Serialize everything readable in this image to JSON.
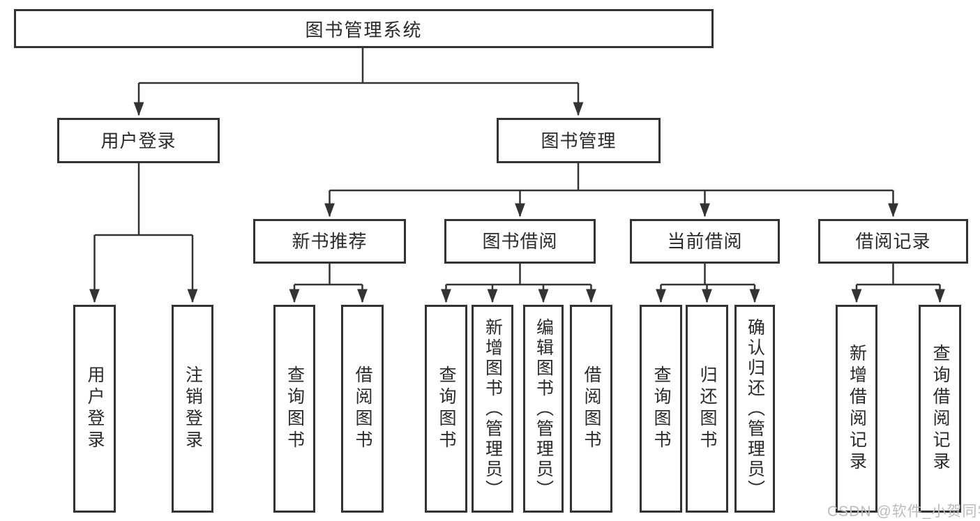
{
  "diagram": {
    "title": "图书管理系统",
    "watermark": "CSDN @软件_小贺同学",
    "colors": {
      "line": "#333333",
      "box_border": "#333333",
      "box_background": "#ffffff",
      "text": "#2a2a2a",
      "watermark_text": "#bcbcbc"
    },
    "nodes": {
      "root": "图书管理系统",
      "user_login_branch": "用户登录",
      "book_management": "图书管理",
      "leaf_user_login": "用户登录",
      "leaf_logout": "注销登录",
      "new_book_recommend": "新书推荐",
      "book_borrowing": "图书借阅",
      "current_borrowing": "当前借阅",
      "borrowing_records": "借阅记录",
      "nb_query_books": "查询图书",
      "nb_borrow_books": "借阅图书",
      "bb_query_books": "查询图书",
      "bb_add_books_admin": "新增图书（管理员）",
      "bb_edit_books_admin": "编辑图书（管理员）",
      "bb_borrow_books": "借阅图书",
      "cb_query_books": "查询图书",
      "cb_return_books": "归还图书",
      "cb_confirm_return_admin": "确认归还（管理员）",
      "br_add_record": "新增借阅记录",
      "br_query_record": "查询借阅记录"
    },
    "structure": {
      "root": "图书管理系统",
      "children": [
        {
          "label": "用户登录",
          "children": [
            "用户登录",
            "注销登录"
          ]
        },
        {
          "label": "图书管理",
          "children": [
            {
              "label": "新书推荐",
              "children": [
                "查询图书",
                "借阅图书"
              ]
            },
            {
              "label": "图书借阅",
              "children": [
                "查询图书",
                "新增图书（管理员）",
                "编辑图书（管理员）",
                "借阅图书"
              ]
            },
            {
              "label": "当前借阅",
              "children": [
                "查询图书",
                "归还图书",
                "确认归还（管理员）"
              ]
            },
            {
              "label": "借阅记录",
              "children": [
                "新增借阅记录",
                "查询借阅记录"
              ]
            }
          ]
        }
      ]
    }
  }
}
